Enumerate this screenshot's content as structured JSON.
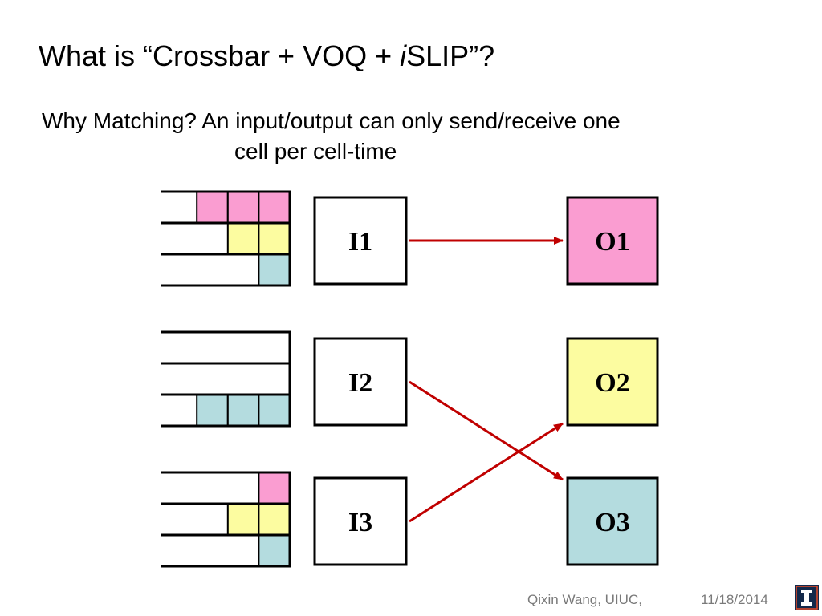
{
  "title": {
    "prefix": "What is “Crossbar + VOQ + ",
    "italic": "i",
    "suffix": "SLIP”?"
  },
  "subtitle": {
    "line1": "Why Matching? An input/output can only send/receive one",
    "line2": "cell per cell-time"
  },
  "colors": {
    "output1": "#fa9dd1",
    "output2": "#fcfca0",
    "output3": "#b4dcdf",
    "arrow": "#c00000",
    "logo_blue": "#13294b",
    "logo_orange": "#e84a27"
  },
  "inputs": [
    {
      "label": "I1",
      "queues": [
        {
          "cells": [
            "output1",
            "output1",
            "output1"
          ]
        },
        {
          "cells": [
            "output2",
            "output2"
          ]
        },
        {
          "cells": [
            "output3"
          ]
        }
      ]
    },
    {
      "label": "I2",
      "queues": [
        {
          "cells": []
        },
        {
          "cells": []
        },
        {
          "cells": [
            "output3",
            "output3",
            "output3"
          ]
        }
      ]
    },
    {
      "label": "I3",
      "queues": [
        {
          "cells": [
            "output1"
          ]
        },
        {
          "cells": [
            "output2",
            "output2"
          ]
        },
        {
          "cells": [
            "output3"
          ]
        }
      ]
    }
  ],
  "outputs": [
    {
      "label": "O1",
      "color_key": "output1"
    },
    {
      "label": "O2",
      "color_key": "output2"
    },
    {
      "label": "O3",
      "color_key": "output3"
    }
  ],
  "matches": [
    {
      "from": "I1",
      "to": "O1"
    },
    {
      "from": "I2",
      "to": "O3"
    },
    {
      "from": "I3",
      "to": "O2"
    }
  ],
  "footer": {
    "author": "Qixin Wang, UIUC,",
    "date": "11/18/2014"
  },
  "logo_icon": "illinois-i-logo-icon"
}
